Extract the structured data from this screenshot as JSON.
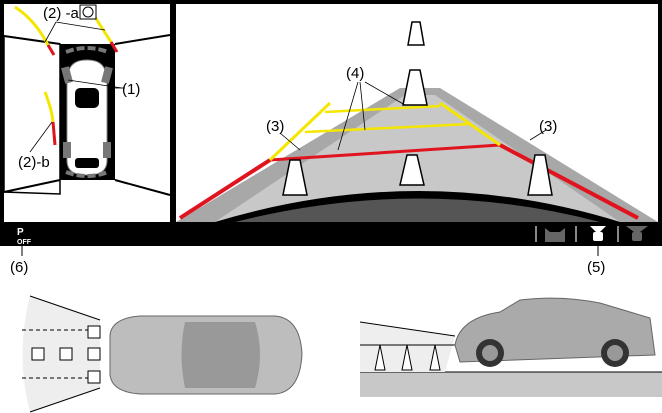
{
  "labels": {
    "wheels": "(1)",
    "guide_a": "(2) -a",
    "guide_b": "(2)-b",
    "distance_left": "(3)",
    "distance_right": "(3)",
    "width_lines": "(4)",
    "view_switch": "(5)",
    "parking_sensor": "(6)"
  },
  "parking_sensor_icon": {
    "letter": "P",
    "state": "OFF"
  },
  "colors": {
    "screen": "#000000",
    "guide_yellow": "#f5e600",
    "guide_red": "#e0141e",
    "road": "#a8a8a8"
  }
}
